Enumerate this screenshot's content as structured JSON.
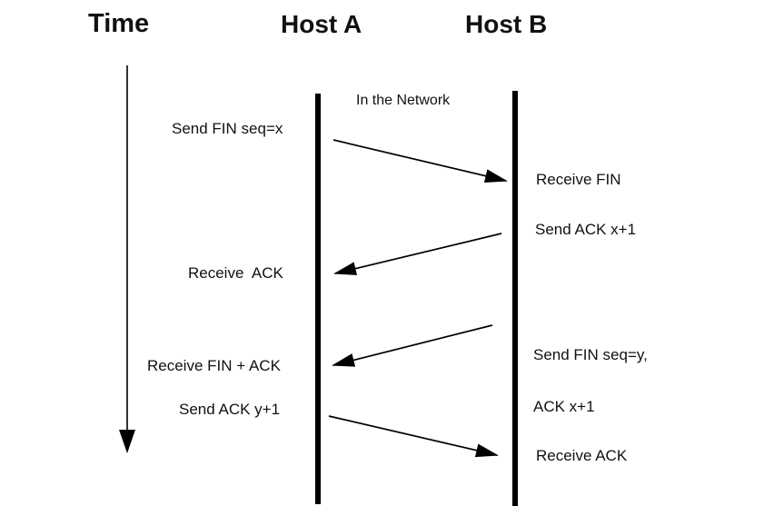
{
  "colors": {
    "ink": "#111111",
    "line": "#000000",
    "background": "#ffffff"
  },
  "axis": {
    "time_label": "Time"
  },
  "hosts": {
    "a_label": "Host A",
    "b_label": "Host B"
  },
  "network_label": "In the Network",
  "events": {
    "a_send_fin": "Send FIN seq=x",
    "b_receive_fin": "Receive FIN",
    "b_send_ack": "Send ACK x+1",
    "a_receive_ack": "Receive  ACK",
    "b_send_fin_line1": "Send FIN seq=y,",
    "b_send_fin_line2": "ACK x+1",
    "a_receive_fin_ack": "Receive FIN + ACK",
    "a_send_ack": "Send ACK y+1",
    "b_receive_ack": "Receive ACK"
  }
}
